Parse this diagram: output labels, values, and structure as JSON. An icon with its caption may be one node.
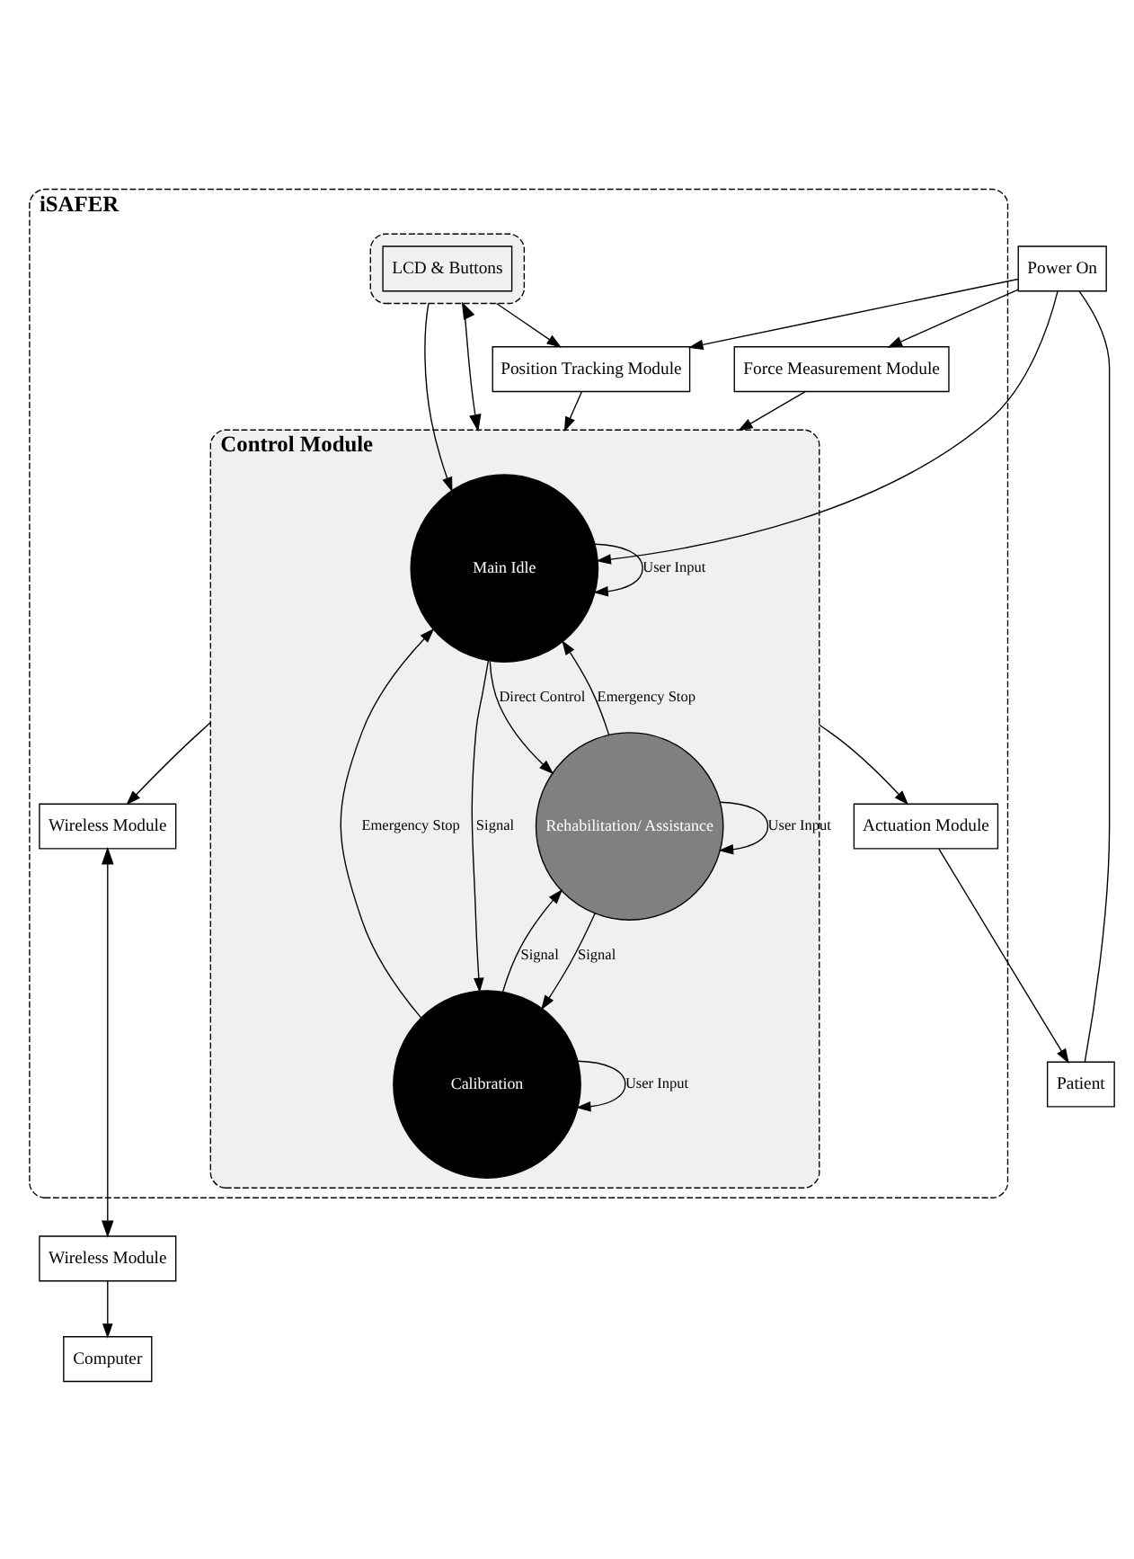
{
  "diagram": {
    "nodes": [
      {
        "text": [
          "Power On"
        ]
      },
      {
        "text": [
          "iSAFER"
        ]
      },
      {
        "text": [
          "Force Measurement Module"
        ],
        "in": 1
      },
      {
        "text": [
          "Position Tracking Module"
        ],
        "in": 1
      },
      {
        "text": [],
        "shape": "box",
        "in": 1
      },
      {
        "text": [
          "LCD & Buttons"
        ],
        "in": 4
      },
      {
        "text": [
          "Control Module"
        ],
        "in": 1
      },
      {
        "text": [
          "Main Idle"
        ],
        "in": 6
      },
      {
        "text": [
          "Rehabilitation/ Assistance"
        ],
        "in": 6
      },
      {
        "text": [
          "Calibration"
        ],
        "in": 6
      },
      {
        "text": [
          "Actuation Module"
        ],
        "in": 1
      },
      {
        "text": [
          "Wireless Module"
        ],
        "in": 1
      },
      {
        "text": [
          "Patient"
        ]
      },
      {
        "text": [
          "Wireless Module"
        ]
      },
      {
        "text": [
          "Computer"
        ]
      }
    ],
    "edges": [
      {
        "from": 0,
        "to": 2,
        "arrow": "to"
      },
      {
        "from": 0,
        "to": 3,
        "arrow": "to"
      },
      {
        "from": 0,
        "to": 7,
        "arrow": "to"
      },
      {
        "from": 0,
        "to": 12,
        "arrow": "none"
      },
      {
        "from": 4,
        "to": 3,
        "arrow": "to"
      },
      {
        "from": 4,
        "to": 7,
        "arrow": "to"
      },
      {
        "from": 4,
        "to": 6,
        "arrow": "both"
      },
      {
        "from": 2,
        "to": 6,
        "arrow": "to"
      },
      {
        "from": 3,
        "to": 6,
        "arrow": "to"
      },
      {
        "from": 7,
        "to": 7,
        "arrow": "to",
        "label": "User Input"
      },
      {
        "from": 7,
        "to": 9,
        "arrow": "to",
        "label": "Signal"
      },
      {
        "from": 9,
        "to": 7,
        "arrow": "to",
        "label": "Emergency Stop"
      },
      {
        "from": 7,
        "to": 8,
        "arrow": "to",
        "label": "Direct Control"
      },
      {
        "from": 8,
        "to": 7,
        "arrow": "to",
        "label": "Emergency Stop"
      },
      {
        "from": 8,
        "to": 9,
        "arrow": "to",
        "label": "Signal"
      },
      {
        "from": 9,
        "to": 8,
        "arrow": "to",
        "label": "Signal"
      },
      {
        "from": 8,
        "to": 8,
        "arrow": "to",
        "label": "User Input"
      },
      {
        "from": 9,
        "to": 9,
        "arrow": "to",
        "label": "User Input"
      },
      {
        "from": 6,
        "to": 10,
        "arrow": "to"
      },
      {
        "from": 6,
        "to": 11,
        "arrow": "to"
      },
      {
        "from": 10,
        "to": 12,
        "arrow": "to"
      },
      {
        "from": 11,
        "to": 13,
        "arrow": "both"
      },
      {
        "from": 13,
        "to": 14,
        "arrow": "to"
      }
    ]
  }
}
